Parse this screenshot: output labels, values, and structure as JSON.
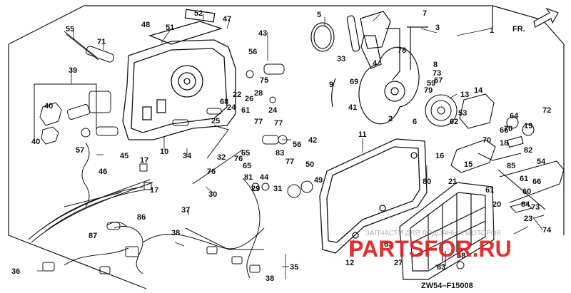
{
  "diagram": {
    "callouts": [
      "1",
      "2",
      "3",
      "4",
      "5",
      "6",
      "7",
      "8",
      "9",
      "10",
      "11",
      "12",
      "13",
      "14",
      "15",
      "16",
      "17",
      "18",
      "19",
      "20",
      "21",
      "22",
      "23",
      "24",
      "25",
      "26",
      "27",
      "28",
      "29",
      "30",
      "31",
      "32",
      "33",
      "34",
      "35",
      "36",
      "37",
      "38",
      "39",
      "40",
      "41",
      "42",
      "43",
      "44",
      "45",
      "46",
      "47",
      "48",
      "49",
      "50",
      "51",
      "52",
      "53",
      "54",
      "55",
      "56",
      "57",
      "58",
      "59",
      "60",
      "61",
      "62",
      "63",
      "64",
      "65",
      "66",
      "67",
      "68",
      "69",
      "70",
      "71",
      "72",
      "73",
      "74",
      "75",
      "76",
      "77",
      "78",
      "79",
      "80",
      "81",
      "82",
      "83",
      "84",
      "85",
      "86",
      "87"
    ],
    "direction_label": "FR.",
    "figure_code": "ZW54–F15008"
  },
  "watermark": {
    "brand": "PARTSFOR.RU",
    "subtitle": "ЗАПЧАСТИ ДЛЯ ЛОДОЧНЫХ МОТОРОВ"
  },
  "colors": {
    "line": "#111111",
    "watermark": "#e02020"
  }
}
